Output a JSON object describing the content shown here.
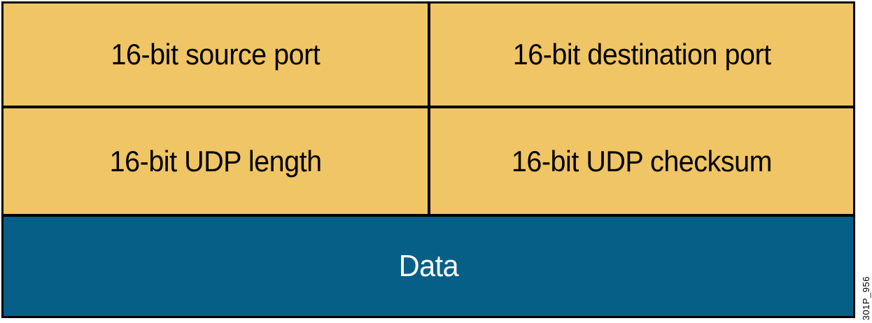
{
  "diagram": {
    "kind": "udp-header-format",
    "colors": {
      "field_fill": "#EFC565",
      "payload_fill": "#065F86",
      "border": "#000000",
      "field_text": "#000000",
      "payload_text": "#FFFFFF",
      "page_background": "#FFFFFF"
    },
    "rows": [
      {
        "row_name": "ports-row",
        "fields": [
          {
            "label": "16-bit source port",
            "bits": 16
          },
          {
            "label": "16-bit destination port",
            "bits": 16
          }
        ]
      },
      {
        "row_name": "length-checksum-row",
        "fields": [
          {
            "label": "16-bit UDP length",
            "bits": 16
          },
          {
            "label": "16-bit UDP checksum",
            "bits": 16
          }
        ]
      }
    ],
    "payload": {
      "row_name": "data-row",
      "label": "Data"
    },
    "figure_id": "301P_956"
  }
}
